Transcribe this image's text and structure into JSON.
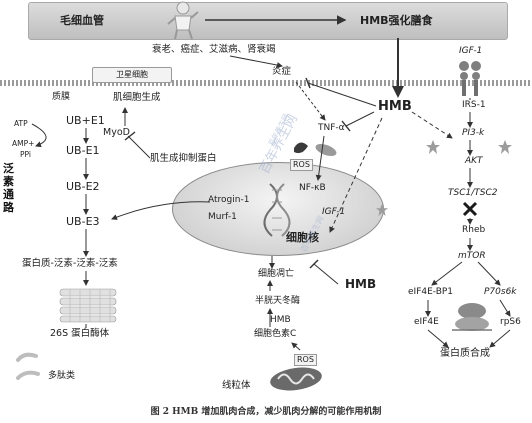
{
  "banner": {
    "left_label": "毛细血管",
    "right_label": "HMB强化膳食"
  },
  "diseases": "衰老、癌症、艾滋病、肾衰竭",
  "tag_label": "卫星细胞",
  "inflammation": "炎症",
  "hmb": "HMB",
  "ubiquitin": {
    "side_label": "泛素通路",
    "membrane": "质膜",
    "atp": "ATP",
    "amp": "AMP+",
    "ppi": "PPi",
    "ub_e1_top": "UB+E1",
    "ub_e1": "UB-E1",
    "ub_e2": "UB-E2",
    "ub_e3": "UB-E3",
    "conjugate": "蛋白质-泛素-泛素-泛素",
    "proteasome": "26S 蛋白酶体",
    "peptides": "多肽类"
  },
  "myogenesis": {
    "label": "肌细胞生成",
    "myod": "MyoD",
    "inhibitor": "肌生成抑制蛋白"
  },
  "center": {
    "tnf": "TNF-α",
    "ros_top": "ROS",
    "nfkb": "NF-κB",
    "atrogin": "Atrogin-1",
    "murf": "Murf-1",
    "igf": "IGF-1",
    "nucleus": "细胞核"
  },
  "apoptosis": {
    "death": "细胞凋亡",
    "caspase": "半胱天冬酶",
    "hmb_small": "HMB",
    "cytc": "细胞色素C",
    "ros": "ROS",
    "mito": "线粒体"
  },
  "pathway": {
    "igf1": "IGF-1",
    "irs1": "IRS-1",
    "pi3k": "PI3-k",
    "akt": "AKT",
    "tsc": "TSC1/TSC2",
    "rheb": "Rheb",
    "mtor": "mTOR",
    "eif4ebp1": "eIF4E-BP1",
    "p70": "P70s6k",
    "eif4e": "eIF4E",
    "rps6": "rpS6",
    "synthesis": "蛋白质合成"
  },
  "watermark": {
    "a": "百年养生网",
    "b": "百年养生网",
    "c": "百年养生网"
  },
  "caption": "图 2 HMB 增加肌肉合成，减少肌肉分解的可能作用机制",
  "colors": {
    "arrow": "#333333",
    "nucleus": "#cfcfcf",
    "banner": "#c8c8c8"
  }
}
